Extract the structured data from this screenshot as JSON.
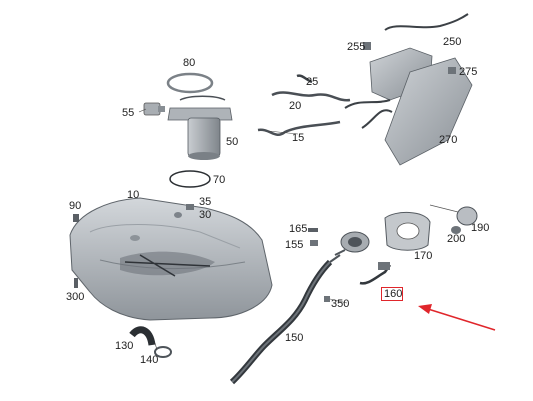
{
  "diagram": {
    "part_labels": {
      "p10": "10",
      "p15": "15",
      "p20": "20",
      "p25": "25",
      "p30": "30",
      "p35": "35",
      "p50": "50",
      "p55": "55",
      "p70": "70",
      "p80": "80",
      "p90": "90",
      "p130": "130",
      "p140": "140",
      "p150": "150",
      "p155": "155",
      "p160": "160",
      "p165": "165",
      "p170": "170",
      "p190": "190",
      "p200": "200",
      "p250": "250",
      "p255": "255",
      "p270": "270",
      "p275": "275",
      "p300": "300",
      "p350": "350"
    },
    "highlighted_part": "160",
    "colors": {
      "highlight": "#e0262b",
      "part_fill": "#b7bcc1",
      "part_dark": "#4a4f55",
      "label_text": "#222222"
    }
  }
}
